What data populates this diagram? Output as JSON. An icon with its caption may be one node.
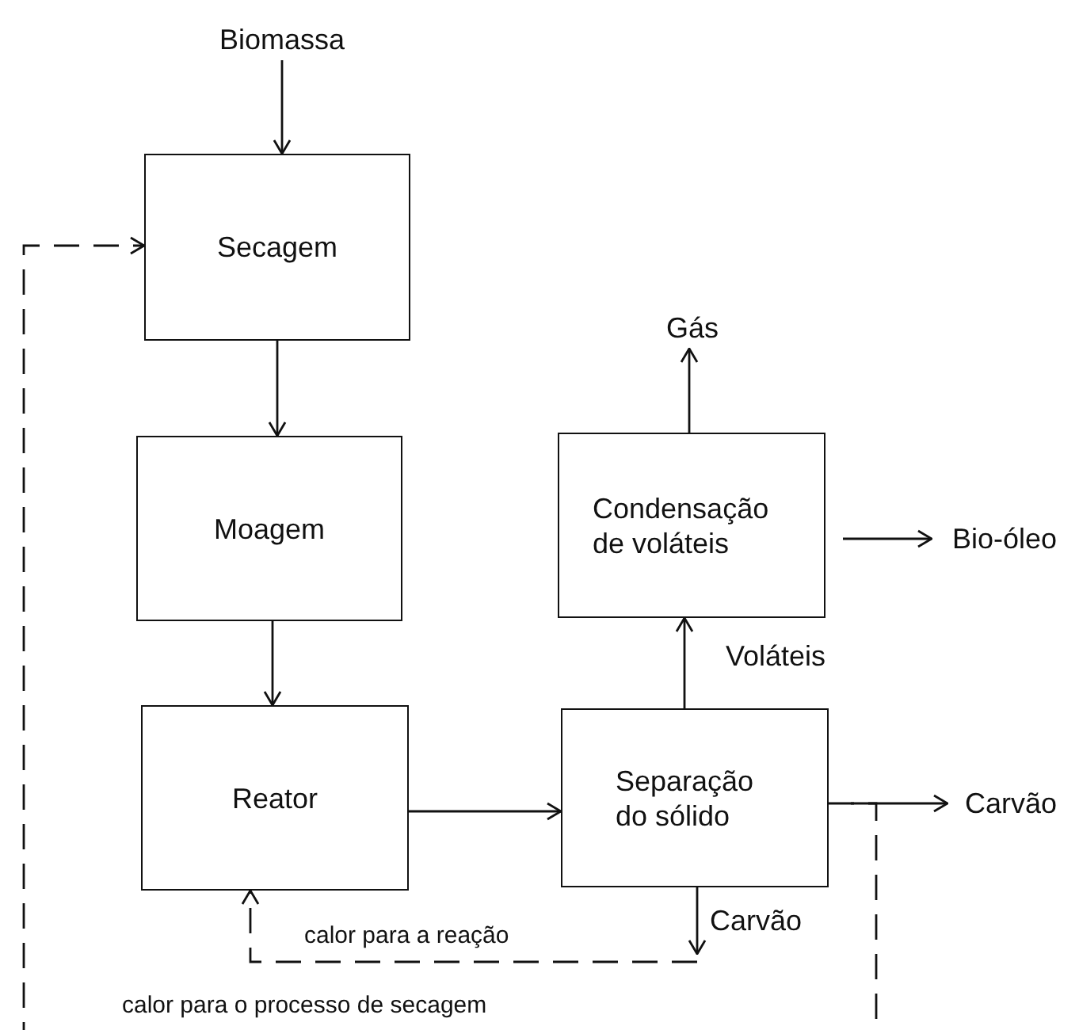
{
  "diagram": {
    "nodes": [
      {
        "text": [
          "Biomassa"
        ]
      },
      {
        "text": [
          "Secagem"
        ]
      },
      {
        "text": [
          "Moagem"
        ]
      },
      {
        "text": [
          "Reator"
        ]
      },
      {
        "text": [
          "Separação do sólido"
        ]
      },
      {
        "text": [
          "Condensação de voláteis"
        ]
      },
      {
        "text": [
          "Gás"
        ]
      },
      {
        "text": [
          "Bio-óleo"
        ]
      },
      {
        "text": [
          "Carvão"
        ]
      }
    ],
    "edges": [
      {
        "from": 0,
        "to": 1,
        "arrow": "to"
      },
      {
        "from": 1,
        "to": 2,
        "arrow": "to"
      },
      {
        "from": 2,
        "to": 3,
        "arrow": "to"
      },
      {
        "from": 3,
        "to": 4,
        "arrow": "to"
      },
      {
        "from": 4,
        "to": 5,
        "arrow": "to",
        "label": "Voláteis"
      },
      {
        "from": 5,
        "to": 6,
        "arrow": "to"
      },
      {
        "from": 5,
        "to": 7,
        "arrow": "to"
      },
      {
        "from": 4,
        "to": 8,
        "arrow": "to"
      },
      {
        "from": 4,
        "to": null,
        "arrow": "to",
        "label": "Carvão"
      },
      {
        "from": null,
        "to": 3,
        "arrow": "to",
        "style": "dashed",
        "label": "calor para a reação"
      },
      {
        "from": 4,
        "to": 1,
        "arrow": "to",
        "style": "dashed",
        "label": "calor para o processo de secagem"
      }
    ]
  }
}
